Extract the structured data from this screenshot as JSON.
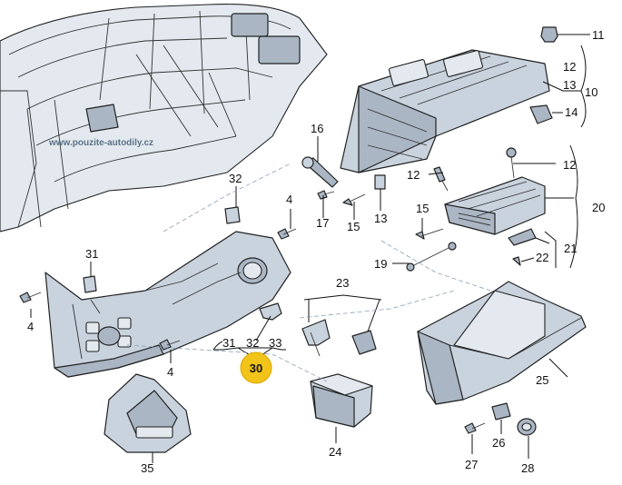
{
  "watermark": "www.pouzite-autodily.cz",
  "callouts": {
    "c11": "11",
    "c12a": "12",
    "c13a": "13",
    "c10": "10",
    "c14": "14",
    "c16": "16",
    "c12b": "12",
    "c32a": "32",
    "c4a": "4",
    "c17": "17",
    "c15a": "15",
    "c13b": "13",
    "c12c": "12",
    "c20": "20",
    "c15b": "15",
    "c31a": "31",
    "c21": "21",
    "c19": "19",
    "c22": "22",
    "c4b": "4",
    "c23": "23",
    "c31b": "31",
    "c32b": "32",
    "c33": "33",
    "c30": "30",
    "c4c": "4",
    "c25": "25",
    "c35": "35",
    "c24": "24",
    "c27": "27",
    "c26": "26",
    "c28": "28"
  },
  "colors": {
    "part": "#c9d3de",
    "part_dark": "#aab6c3",
    "badge": "#f2c318",
    "outline": "#222222"
  }
}
